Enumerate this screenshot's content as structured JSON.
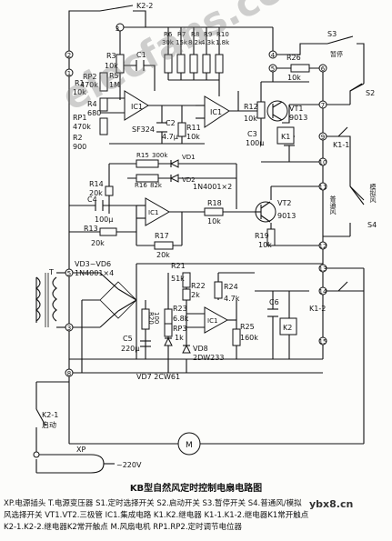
{
  "title": "KB型自然风定时控制电扇电路图",
  "legend": [
    "XP.电源插头  T.电源变压器  S1.定时选择开关  S2.启动开关  S3.暂停开关  S4.普通风/模拟",
    "风选择开关  VT1.VT2.三极管  IC1.集成电路  K1.K2.继电器  K1-1.K1-2.继电器K1常开触点",
    "K2-1.K2-2.继电器K2常开触点  M.风扇电机  RP1.RP2.定时调节电位器"
  ],
  "watermark": "elecfans.com",
  "site_tag": "ybx8.cn",
  "labels": {
    "k22": "K2-2",
    "s3": "S3",
    "zanting": "暂停",
    "s2": "S2",
    "s4": "S4",
    "r6": "R6",
    "r7": "R7",
    "r8": "R8",
    "r9": "R9",
    "r10": "R10",
    "r6v": "30k",
    "r7v": "15k",
    "r8v": "8.2k",
    "r9v": "4.3k",
    "r10v": "1.8k",
    "r3": "R3",
    "r3v": "10k",
    "c1": "C1",
    "rp2": "RP2",
    "rp2v": "470k",
    "r1": "R1",
    "r1v": "10k",
    "r5": "R5",
    "r5v": "1M",
    "r4": "R4",
    "r4v": "680",
    "rp1": "RP1",
    "rp1v": "470k",
    "r2": "R2",
    "r2v": "900",
    "ic1": "IC1",
    "ic1b": "IC1",
    "ic1c": "IC1",
    "ic1d": "IC1",
    "sf324": "SF324",
    "c2": "C2",
    "c2v": "4.7μ",
    "r11": "R11",
    "r11v": "10k",
    "r26": "R26",
    "r26v": "10k",
    "r12": "R12",
    "r12v": "10k",
    "vt1": "VT1",
    "vt1v": "9013",
    "k1": "K1",
    "c3": "C3",
    "c3v": "100μ",
    "k11": "K1-1",
    "r15": "R15",
    "r15v": "300k",
    "vd1": "VD1",
    "r16": "R16",
    "r16v": "82k",
    "vd2": "VD2",
    "in4001x2": "1N4001×2",
    "r14": "R14",
    "r14v": "20k",
    "c4": "C4",
    "c4v": "100μ",
    "r13": "R13",
    "r13v": "20k",
    "r17": "R17",
    "r17v": "20k",
    "r18": "R18",
    "r18v": "10k",
    "vt2": "VT2",
    "vt2v": "9013",
    "r19": "R19",
    "r19v": "10k",
    "putong": "普通风",
    "moni": "模拟风",
    "vd36": "VD3~VD6",
    "in4001x4": "1N4001×4",
    "r21": "R21",
    "r21v": "51k",
    "r22": "R22",
    "r22v": "2k",
    "r24": "R24",
    "r24v": "4.7k",
    "r23": "R23",
    "r23v": "6.8k",
    "rp3": "RP3",
    "rp3v": "1k",
    "r20": "R20",
    "r20v": "100",
    "c5": "C5",
    "c5v": "220μ",
    "c6": "C6",
    "r25": "R25",
    "r25v": "160k",
    "k2": "K2",
    "k12": "K1-2",
    "vd8": "VD8",
    "vd8v": "2DW233",
    "vd7": "VD7 2CW61",
    "t": "T",
    "k21": "K2-1",
    "qidong": "启动",
    "m": "M",
    "xp": "XP",
    "v220": "~220V",
    "n1": "1",
    "n2": "2",
    "n3": "3",
    "n4": "4",
    "n5": "5",
    "n6": "6",
    "n7": "7",
    "n8": "8",
    "n9": "9",
    "n10": "10",
    "n11": "11",
    "n12": "12",
    "n13": "13",
    "n14": "14",
    "n15": "15"
  }
}
